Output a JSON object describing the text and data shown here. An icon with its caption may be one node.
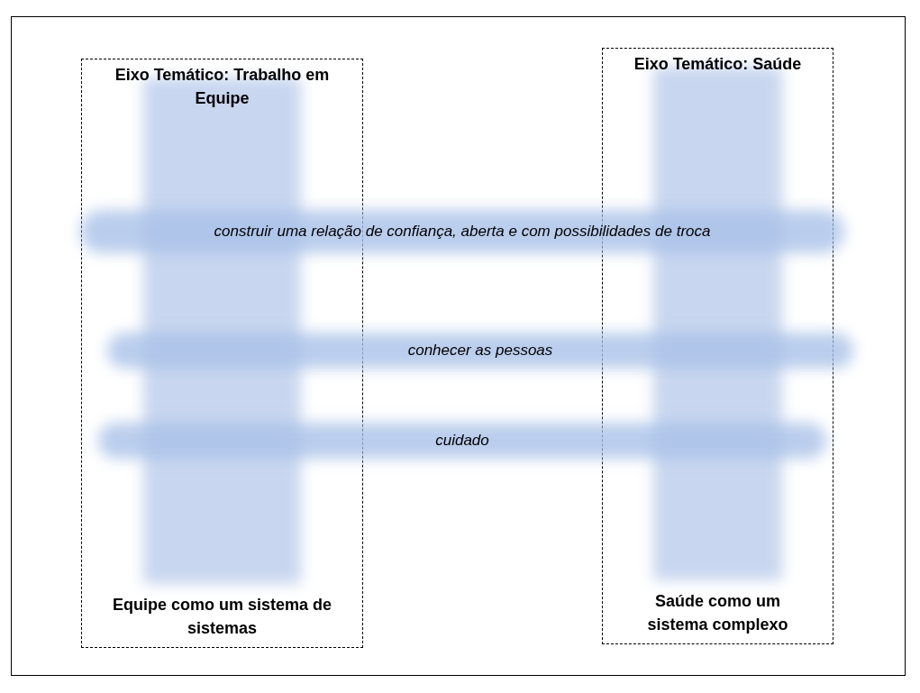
{
  "diagram": {
    "nodes": [
      {
        "text": [
          "Eixo Temático: Trabalho em Equipe",
          "Equipe como um sistema de sistemas"
        ]
      },
      {
        "text": [
          "Eixo Temático: Saúde",
          "Saúde como um sistema complexo"
        ]
      },
      {
        "text": [
          "construir uma relação de confiança, aberta e com possibilidades de troca"
        ]
      },
      {
        "text": [
          "conhecer as pessoas"
        ]
      },
      {
        "text": [
          "cuidado"
        ]
      }
    ]
  }
}
